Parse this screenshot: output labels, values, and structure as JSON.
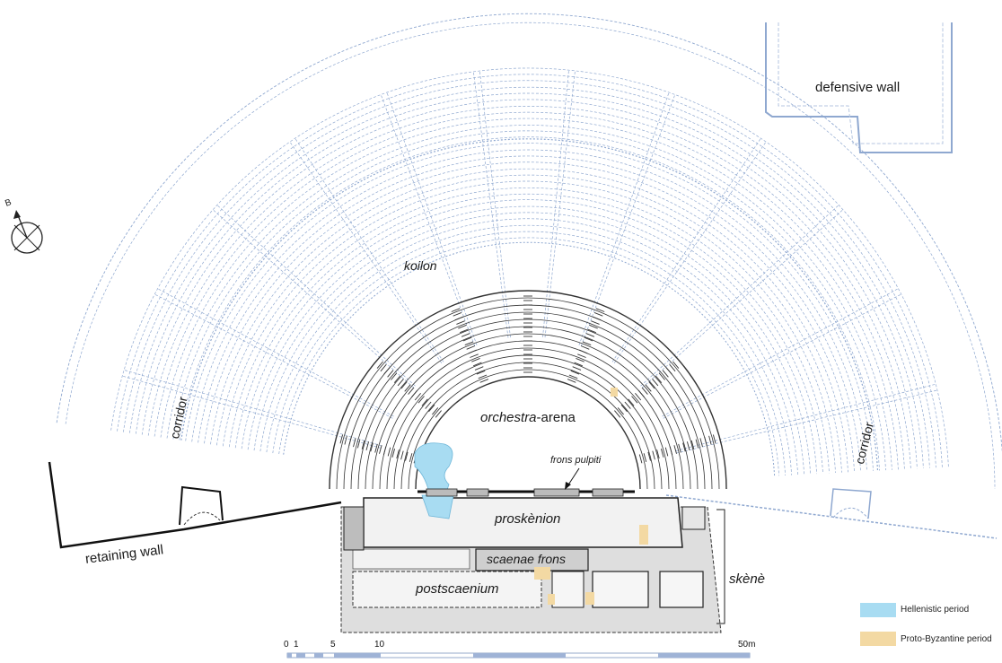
{
  "labels": {
    "defensive_wall": "defensive wall",
    "koilon": "koilon",
    "orchestra_italic": "orchestra",
    "orchestra_suffix": "-arena",
    "frons_pulpiti": "frons pulpiti",
    "proskenion": "proskènion",
    "scaenae_frons": "scaenae frons",
    "postscaenium": "postscaenium",
    "skene": "skènè",
    "corridor_left": "corridor",
    "corridor_right": "corridor",
    "retaining_wall": "retaining wall",
    "north": "B"
  },
  "legend": [
    {
      "label": "Hellenistic period",
      "color": "#a8dcf2"
    },
    {
      "label": "Proto-Byzantine period",
      "color": "#f3d9a3"
    }
  ],
  "scale_bar": {
    "ticks": [
      "0",
      "1",
      "5",
      "10",
      "50m"
    ]
  },
  "colors": {
    "outer_seating": "#8fa8d0",
    "inner_seating": "#333333",
    "stage_gray": "#d6d6d6",
    "hellenistic": "#a8dcf2",
    "proto_byzantine": "#f3d9a3"
  }
}
